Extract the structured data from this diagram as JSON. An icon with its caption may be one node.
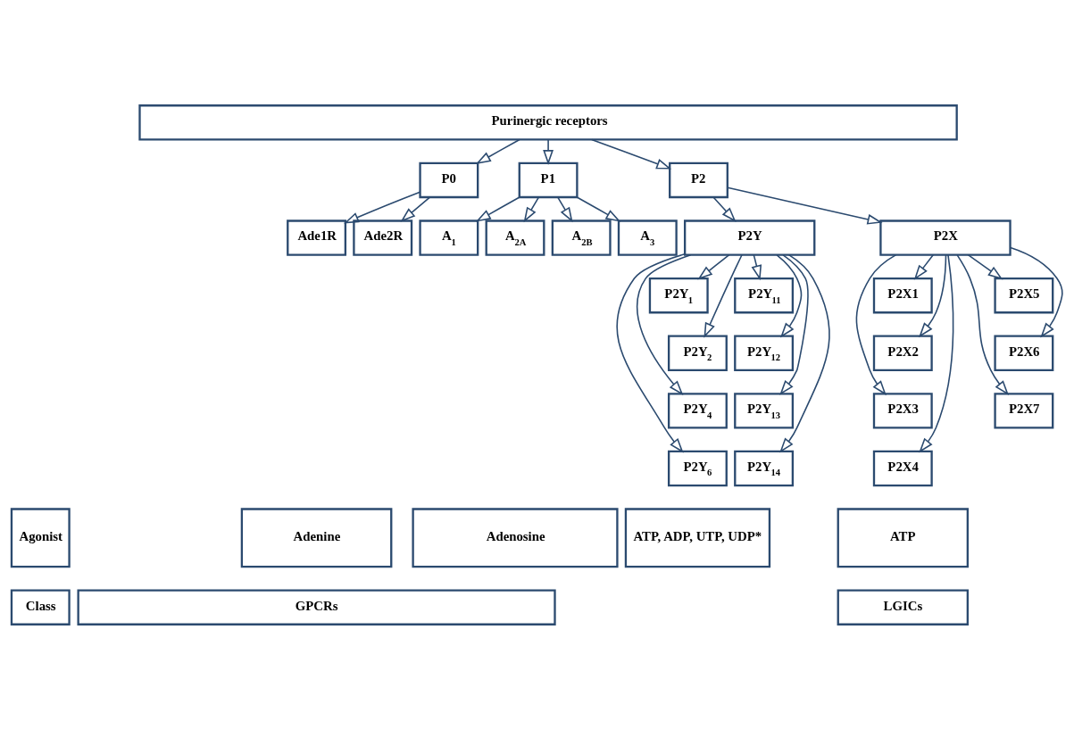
{
  "diagram": {
    "nodes": [
      {
        "text": [
          "Purinergic receptors"
        ]
      },
      {
        "text": [
          "P0"
        ]
      },
      {
        "text": [
          "P1"
        ]
      },
      {
        "text": [
          "P2"
        ]
      },
      {
        "text": [
          "Ade1R"
        ]
      },
      {
        "text": [
          "Ade2R"
        ]
      },
      {
        "text": [
          "A$_{1}$"
        ]
      },
      {
        "text": [
          "A$_{2A}$"
        ]
      },
      {
        "text": [
          "A$_{2B}$"
        ]
      },
      {
        "text": [
          "A$_{3}$"
        ]
      },
      {
        "text": [
          "P2Y"
        ]
      },
      {
        "text": [
          "P2X"
        ]
      },
      {
        "text": [
          "P2Y$_{1}$"
        ]
      },
      {
        "text": [
          "P2Y$_{11}$"
        ]
      },
      {
        "text": [
          "P2Y$_{2}$"
        ]
      },
      {
        "text": [
          "P2Y$_{12}$"
        ]
      },
      {
        "text": [
          "P2Y$_{4}$"
        ]
      },
      {
        "text": [
          "P2Y$_{13}$"
        ]
      },
      {
        "text": [
          "P2Y$_{6}$"
        ]
      },
      {
        "text": [
          "P2Y$_{14}$"
        ]
      },
      {
        "text": [
          "P2X1"
        ]
      },
      {
        "text": [
          "P2X5"
        ]
      },
      {
        "text": [
          "P2X2"
        ]
      },
      {
        "text": [
          "P2X6"
        ]
      },
      {
        "text": [
          "P2X3"
        ]
      },
      {
        "text": [
          "P2X7"
        ]
      },
      {
        "text": [
          "P2X4"
        ]
      },
      {
        "text": [
          "Agonist"
        ]
      },
      {
        "text": [
          "Adenine"
        ]
      },
      {
        "text": [
          "Adenosine"
        ]
      },
      {
        "text": [
          "ATP, ADP, UTP, UDP*"
        ]
      },
      {
        "text": [
          "ATP"
        ]
      },
      {
        "text": [
          "Class"
        ]
      },
      {
        "text": [
          "GPCRs"
        ]
      },
      {
        "text": [
          "LGICs"
        ]
      }
    ],
    "edges": [
      {
        "from": 0,
        "to": 1,
        "arrow": "to"
      },
      {
        "from": 0,
        "to": 2,
        "arrow": "to"
      },
      {
        "from": 0,
        "to": 3,
        "arrow": "to"
      },
      {
        "from": 1,
        "to": 4,
        "arrow": "to"
      },
      {
        "from": 1,
        "to": 5,
        "arrow": "to"
      },
      {
        "from": 2,
        "to": 6,
        "arrow": "to"
      },
      {
        "from": 2,
        "to": 7,
        "arrow": "to"
      },
      {
        "from": 2,
        "to": 8,
        "arrow": "to"
      },
      {
        "from": 2,
        "to": 9,
        "arrow": "to"
      },
      {
        "from": 3,
        "to": 10,
        "arrow": "to"
      },
      {
        "from": 3,
        "to": 11,
        "arrow": "to"
      },
      {
        "from": 10,
        "to": 12,
        "arrow": "to"
      },
      {
        "from": 10,
        "to": 13,
        "arrow": "to"
      },
      {
        "from": 10,
        "to": 14,
        "arrow": "to"
      },
      {
        "from": 10,
        "to": 15,
        "arrow": "to"
      },
      {
        "from": 10,
        "to": 16,
        "arrow": "to"
      },
      {
        "from": 10,
        "to": 17,
        "arrow": "to"
      },
      {
        "from": 10,
        "to": 18,
        "arrow": "to"
      },
      {
        "from": 10,
        "to": 19,
        "arrow": "to"
      },
      {
        "from": 11,
        "to": 20,
        "arrow": "to"
      },
      {
        "from": 11,
        "to": 21,
        "arrow": "to"
      },
      {
        "from": 11,
        "to": 22,
        "arrow": "to"
      },
      {
        "from": 11,
        "to": 23,
        "arrow": "to"
      },
      {
        "from": 11,
        "to": 24,
        "arrow": "to"
      },
      {
        "from": 11,
        "to": 25,
        "arrow": "to"
      },
      {
        "from": 11,
        "to": 26,
        "arrow": "to"
      }
    ]
  }
}
